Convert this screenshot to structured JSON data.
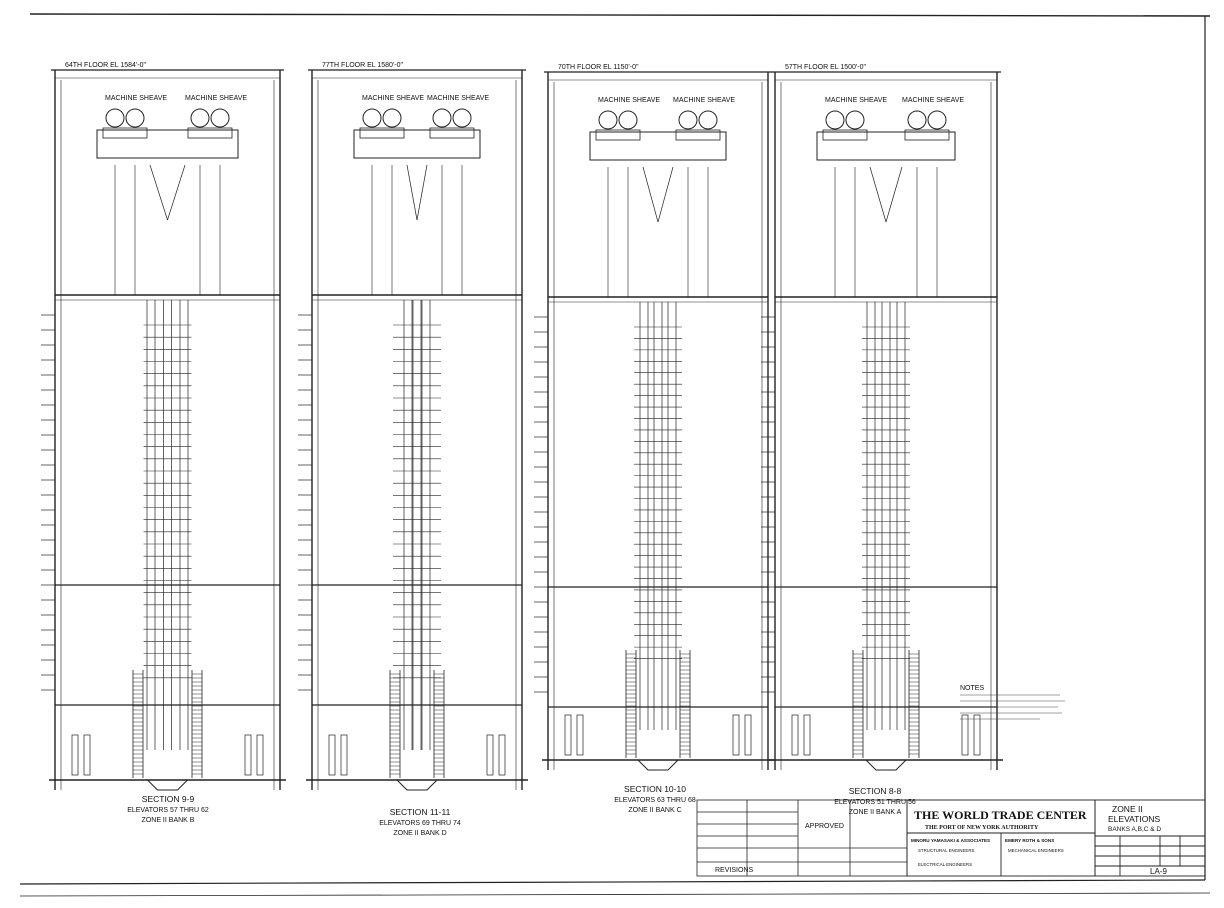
{
  "sheet": {
    "sections": [
      {
        "title": "SECTION 9-9",
        "elevators": "ELEVATORS 57 THRU 62",
        "bank": "ZONE II BANK B",
        "top_note": "64TH FLOOR EL 1584'-0\"",
        "machine_left": "MACHINE SHEAVE",
        "machine_right": "MACHINE SHEAVE"
      },
      {
        "title": "SECTION 11-11",
        "elevators": "ELEVATORS 69 THRU 74",
        "bank": "ZONE II BANK D",
        "top_note": "77TH FLOOR EL 1580'-0\"",
        "machine_left": "MACHINE SHEAVE",
        "machine_right": "MACHINE SHEAVE"
      },
      {
        "title": "SECTION 10-10",
        "elevators": "ELEVATORS 63 THRU 68",
        "bank": "ZONE II BANK C",
        "top_note": "70TH FLOOR EL 1150'-0\"",
        "machine_left": "MACHINE SHEAVE",
        "machine_right": "MACHINE SHEAVE"
      },
      {
        "title": "SECTION 8-8",
        "elevators": "ELEVATORS 51 THRU 56",
        "bank": "ZONE II BANK A",
        "top_note": "57TH FLOOR EL 1500'-0\"",
        "machine_left": "MACHINE SHEAVE",
        "machine_right": "MACHINE SHEAVE"
      }
    ],
    "notes_title": "NOTES",
    "revisions_label": "REVISIONS",
    "approved_label": "APPROVED",
    "title_block": {
      "project": "THE WORLD TRADE CENTER",
      "authority": "THE PORT OF NEW YORK AUTHORITY",
      "architect_1": "MINORU YAMASAKI & ASSOCIATES",
      "architect_2": "EMERY ROTH & SONS",
      "engineer_1": "STRUCTURAL ENGINEERS",
      "engineer_2": "MECHANICAL ENGINEERS",
      "engineer_3": "ELECTRICAL ENGINEERS",
      "drawing_title_1": "ZONE II",
      "drawing_title_2": "ELEVATIONS",
      "drawing_title_3": "BANKS A,B,C & D",
      "sheet_no": "LA-9"
    }
  }
}
